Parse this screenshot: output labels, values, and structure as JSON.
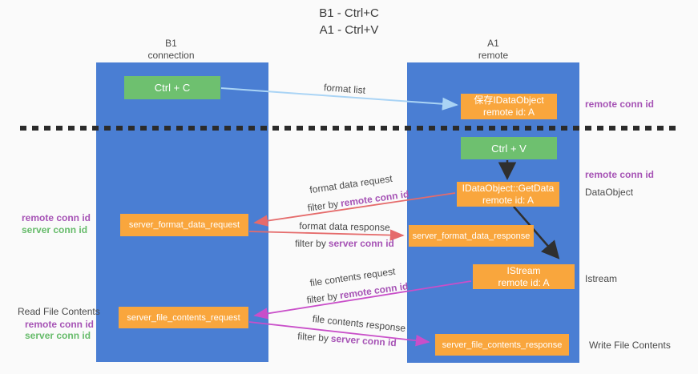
{
  "title": {
    "line1": "B1 - Ctrl+C",
    "line2": "A1 - Ctrl+V"
  },
  "columns": {
    "left": {
      "name": "B1",
      "role": "connection"
    },
    "right": {
      "name": "A1",
      "role": "remote"
    }
  },
  "boxes": {
    "ctrl_c": {
      "label": "Ctrl + C"
    },
    "ctrl_v": {
      "label": "Ctrl + V"
    },
    "save_dataobject": {
      "line1": "保存IDataObject",
      "line2": "remote id: A"
    },
    "getdata": {
      "line1": "IDataObject::GetData",
      "line2": "remote id: A"
    },
    "istream": {
      "line1": "IStream",
      "line2": "remote id: A"
    },
    "format_request": {
      "label": "server_format_data_request"
    },
    "format_response": {
      "label": "server_format_data_response"
    },
    "file_request": {
      "label": "server_file_contents_request"
    },
    "file_response": {
      "label": "server_file_contents_response"
    }
  },
  "flow_labels": {
    "format_list": "format list",
    "format_data_request": "format data request",
    "format_data_response": "format data response",
    "file_contents_request": "file contents request",
    "file_contents_response": "file contents response",
    "filter_by": "filter by",
    "remote_conn_id": "remote conn id",
    "server_conn_id": "server conn id"
  },
  "side_labels": {
    "remote_conn_id": "remote conn id",
    "server_conn_id": "server conn id",
    "dataobject": "DataObject",
    "istream": "Istream",
    "read_file_contents": "Read File Contents",
    "write_file_contents": "Write File Contents"
  },
  "colors": {
    "column_blue": "#4a7ed3",
    "box_green": "#6ec06f",
    "box_orange": "#f9a63d",
    "arrow_lightblue": "#aad4f5",
    "arrow_red": "#e56b6b",
    "arrow_magenta": "#c94fc9",
    "arrow_black": "#2f2f2f",
    "text_purple": "#a653b5",
    "text_green": "#66bb6a",
    "background": "#fafafa"
  }
}
